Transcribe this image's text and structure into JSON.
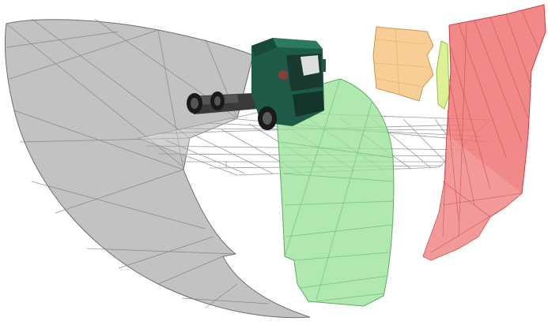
{
  "scene": {
    "description_visible_text": "",
    "colors": {
      "background": "#ffffff",
      "grey_region": "#bdbdbd",
      "grey_stroke": "#6f6f6f",
      "green_region": "#9be39b",
      "green_stroke": "#5faa5f",
      "yellow_region": "#f6c98a",
      "yellow_stroke": "#c9964f",
      "lime_region": "#d8f08a",
      "red_region": "#ef7474",
      "red_stroke": "#c94040",
      "ground_grid": "#9a9a9a",
      "truck_cab": "#1e5a46",
      "truck_chassis": "#2a2a2a",
      "wheel": "#1a1a1a"
    },
    "regions": [
      {
        "name": "left-blind-spot-region",
        "color": "grey"
      },
      {
        "name": "front-blind-spot-region",
        "color": "green"
      },
      {
        "name": "mirror-view-region-small",
        "color": "yellow"
      },
      {
        "name": "mirror-view-region-narrow",
        "color": "lime"
      },
      {
        "name": "right-blind-spot-region",
        "color": "red"
      }
    ]
  }
}
